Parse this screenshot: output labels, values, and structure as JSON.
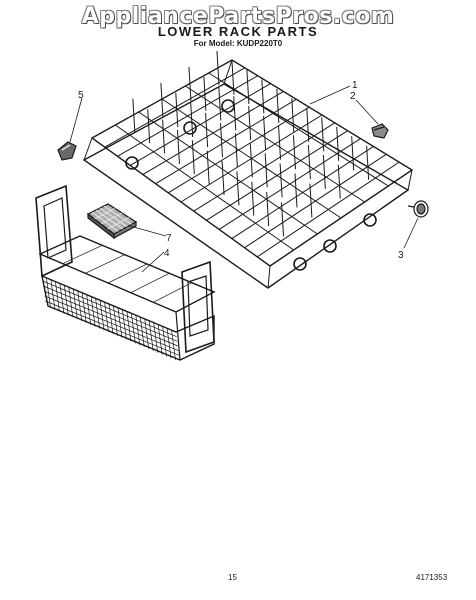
{
  "header": {
    "watermark": "AppliancePartsPros.com",
    "title": "LOWER RACK PARTS",
    "model_line": "For Model: KUDP220T0"
  },
  "callouts": [
    {
      "number": "1",
      "part": "lower-rack"
    },
    {
      "number": "2",
      "part": "roller-clip"
    },
    {
      "number": "3",
      "part": "roller-wheel"
    },
    {
      "number": "4",
      "part": "silverware-basket"
    },
    {
      "number": "5",
      "part": "rack-bumper"
    },
    {
      "number": "7",
      "part": "basket-cover"
    }
  ],
  "footer": {
    "page_number": "15",
    "document_number": "4171353"
  },
  "colors": {
    "line": "#1a1a1a",
    "background": "#ffffff"
  }
}
